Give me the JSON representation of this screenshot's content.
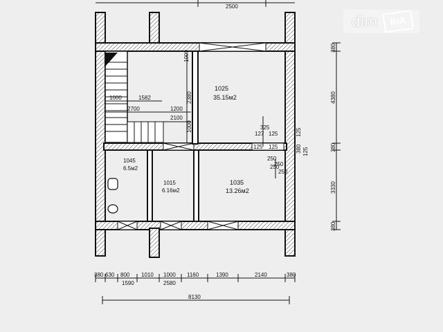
{
  "rooms": [
    {
      "id": "1025",
      "area": "35.15м2"
    },
    {
      "id": "1045",
      "area": "6.5м2"
    },
    {
      "id": "1015",
      "area": "6.16м2"
    },
    {
      "id": "1035",
      "area": "13.26м2"
    }
  ],
  "top_dims": [
    "2500"
  ],
  "right_dims": [
    "380",
    "4380",
    "380",
    "3330",
    "380"
  ],
  "bottom_dims_row1": [
    "380",
    "630",
    "800",
    "1010",
    "1000",
    "1160",
    "1390",
    "2140",
    "380"
  ],
  "bottom_dims_row2": [
    "1590",
    "2580"
  ],
  "total_width": "8130",
  "interior_dims": {
    "d1000_top": "1000",
    "d2380": "2380",
    "d1000_mid": "1000",
    "d1000_h": "1000",
    "d1582": "1582",
    "d2700": "2700",
    "d1200": "1200",
    "d2100": "2100",
    "d325": "325",
    "d125a": "125",
    "d125b": "125",
    "d125c": "125",
    "d1270": "127",
    "d250a": "250",
    "d250b": "250",
    "d250c": "250",
    "d250d": "250",
    "d125v1": "125",
    "d380v": "380",
    "d125v2": "125"
  },
  "watermark": {
    "text": "dim",
    "badge": "RIA"
  }
}
